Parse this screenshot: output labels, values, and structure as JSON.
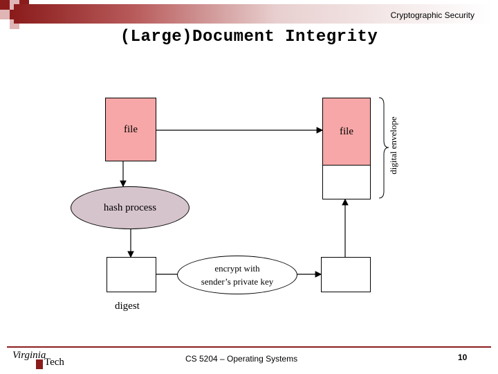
{
  "header": {
    "course_title": "Cryptographic Security",
    "slide_title": "(Large)Document Integrity"
  },
  "diagram": {
    "source_file_label": "file",
    "envelope_file_label": "file",
    "hash_process_label": "hash process",
    "encrypt_line1": "encrypt with",
    "encrypt_line2": "sender’s private key",
    "digest_label": "digest",
    "envelope_label": "digital envelope"
  },
  "footer": {
    "course_name": "CS 5204 – Operating Systems",
    "page_number": "10",
    "logo_line1": "Virginia",
    "logo_line2": "Tech"
  },
  "colors": {
    "accent": "#8b1c1c",
    "file_fill": "#f7a7a7",
    "hash_fill": "#d6c4cc"
  }
}
